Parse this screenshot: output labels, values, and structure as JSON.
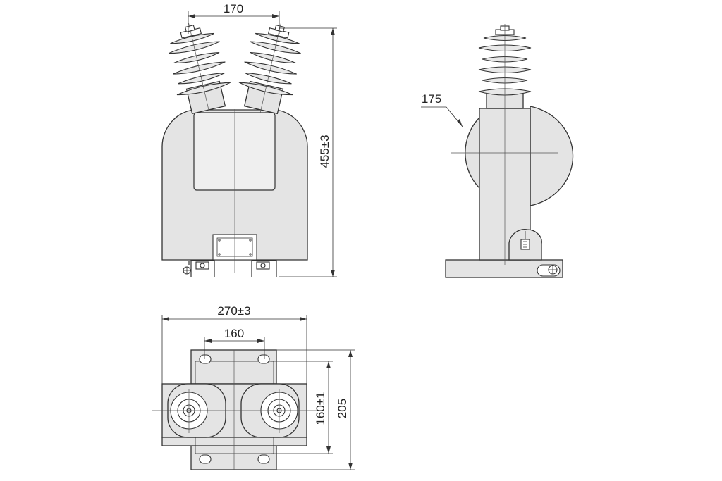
{
  "drawing": {
    "front_view": {
      "top_width_label": "170",
      "height_label": "455±3"
    },
    "side_view": {
      "radius_label": "175"
    },
    "top_view": {
      "overall_width_label": "270±3",
      "bolt_spacing_label": "160",
      "inner_depth_label": "160±1",
      "overall_depth_label": "205"
    }
  },
  "colors": {
    "line": "#333333",
    "body_fill": "#e4e4e4"
  }
}
